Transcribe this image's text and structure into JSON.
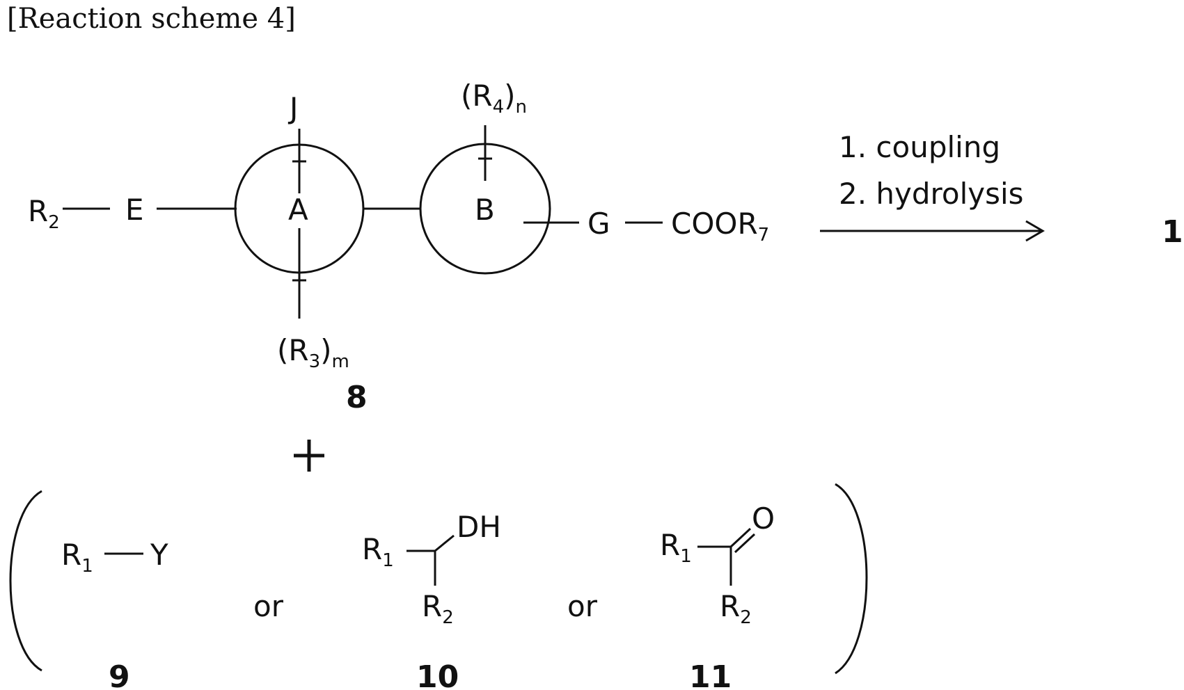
{
  "caption": "[Reaction scheme 4]",
  "compound8": {
    "r2_main": "R",
    "r2_sub": "2",
    "e": "E",
    "ring_a": "A",
    "ring_b": "B",
    "j": "J",
    "r4_open": "(R",
    "r4_sub": "4",
    "r4_close": ")",
    "r4_n": "n",
    "r3_open": "(R",
    "r3_sub": "3",
    "r3_close": ")",
    "r3_m": "m",
    "g": "G",
    "coor_main": "COOR",
    "coor_sub": "7",
    "number": "8"
  },
  "plus": "+",
  "conditions": {
    "step1": "1.  coupling",
    "step2": "2.  hydrolysis"
  },
  "product": "1",
  "reagents": {
    "r9": {
      "r_main": "R",
      "r_sub": "1",
      "y": "Y",
      "number": "9"
    },
    "or_1": "or",
    "r10": {
      "r_main": "R",
      "r_sub": "1",
      "dh": "DH",
      "r2_main": "R",
      "r2_sub": "2",
      "number": "10"
    },
    "or_2": "or",
    "r11": {
      "r_main": "R",
      "r_sub": "1",
      "o": "O",
      "r2_main": "R",
      "r2_sub": "2",
      "number": "11"
    }
  }
}
